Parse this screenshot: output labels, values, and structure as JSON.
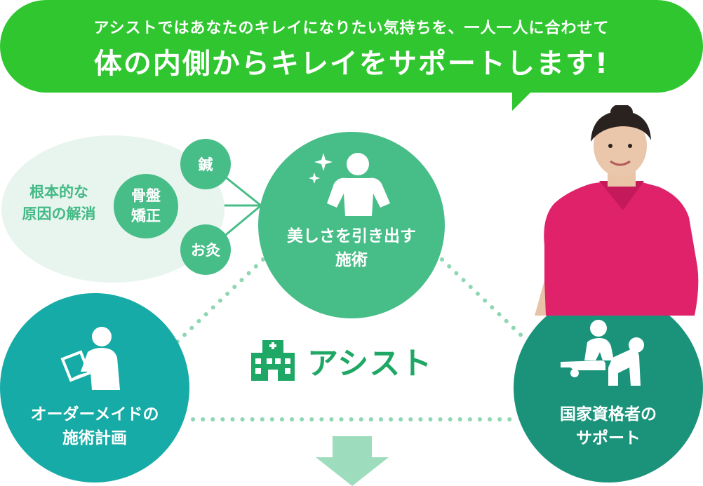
{
  "banner": {
    "line1": "アシストではあなたのキレイになりたい気持ちを、一人一人に合わせて",
    "line2": "体の内側からキレイをサポートします!"
  },
  "left_group": {
    "label_line1": "根本的な",
    "label_line2": "原因の解消",
    "treatments": {
      "acupuncture": "鍼",
      "pelvis_line1": "骨盤",
      "pelvis_line2": "矯正",
      "moxibustion": "お灸"
    }
  },
  "circles": {
    "top": {
      "line1": "美しさを引き出す",
      "line2": "施術",
      "icon": "sparkle-person-icon"
    },
    "left": {
      "line1": "オーダーメイドの",
      "line2": "施術計画",
      "icon": "planner-icon"
    },
    "right": {
      "line1": "国家資格者の",
      "line2": "サポート",
      "icon": "therapist-icon"
    }
  },
  "center": {
    "name": "アシスト",
    "icon": "clinic-building-icon"
  },
  "colors": {
    "banner_green": "#2fc62f",
    "mint": "#47bd88",
    "teal": "#16aba6",
    "dark_teal": "#1a937a",
    "brand_green": "#1ea765",
    "scrub_pink": "#e0226a"
  }
}
